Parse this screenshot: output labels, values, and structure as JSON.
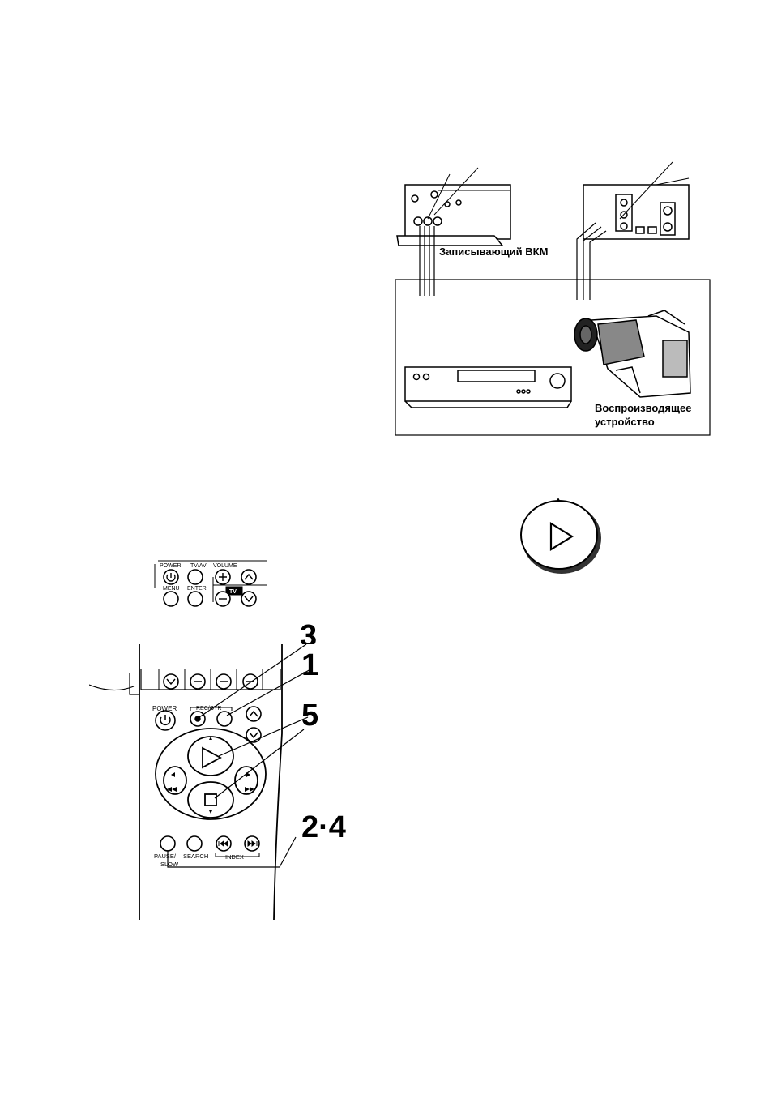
{
  "connection_diagram": {
    "recording_vcr_label": "Записывающий ВКМ",
    "playback_device_label_line1": "Воспроизводящее",
    "playback_device_label_line2": "устройство"
  },
  "vcr_front_panel": {
    "power_label": "POWER",
    "tvav_label": "TV/AV",
    "volume_label": "VOLUME",
    "menu_label": "MENU",
    "enter_label": "ENTER",
    "tv_badge": "TV"
  },
  "remote": {
    "power_label": "POWER",
    "rec_label": "REC/OTR",
    "pause_label_line1": "PAUSE/",
    "pause_label_line2": "SLOW",
    "search_label": "SEARCH",
    "index_label": "INDEX"
  },
  "step_callouts": {
    "top": "3",
    "play": "1",
    "stop": "5",
    "pause": "2·4"
  }
}
